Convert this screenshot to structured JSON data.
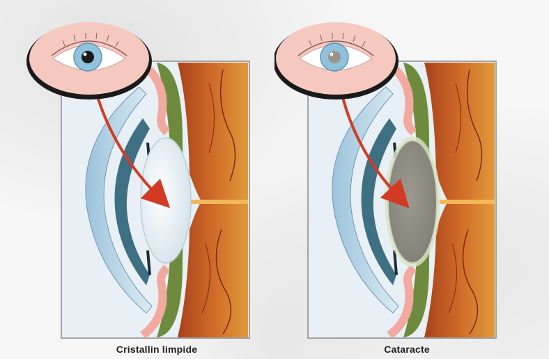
{
  "panels": [
    {
      "id": "clear-lens",
      "caption": "Cristallin limpide",
      "lens_color": "#e4edf3",
      "pupil_color": "#1a1a1a"
    },
    {
      "id": "cataract",
      "caption": "Cataracte",
      "lens_color": "#8c8a80",
      "pupil_color": "#9a948c"
    }
  ],
  "colors": {
    "arrow": "#d33a24",
    "retina": "#c4561e",
    "iris": "#3f6f83",
    "ciliary": "#6e8b3d",
    "skin": "#f6c9c0",
    "sclera": "#f5e0dc",
    "eye_iris": "#8fc2dc"
  }
}
